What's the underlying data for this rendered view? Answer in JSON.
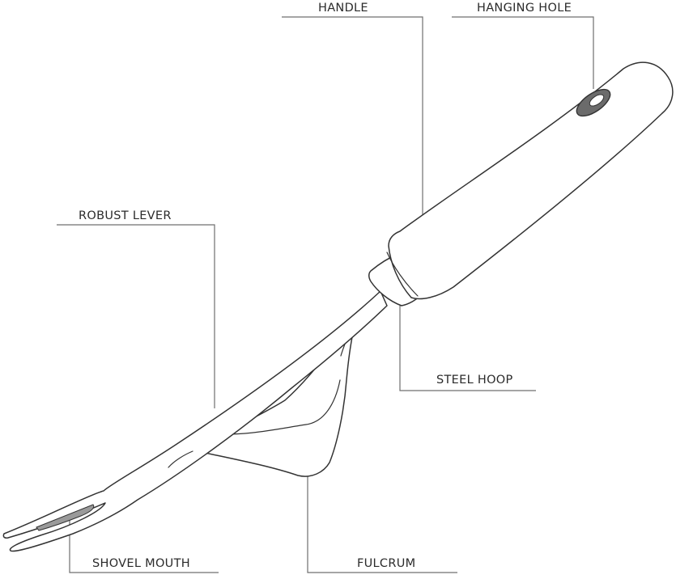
{
  "labels": {
    "handle": "HANDLE",
    "hanging_hole": "HANGING HOLE",
    "robust_lever": "ROBUST LEVER",
    "steel_hoop": "STEEL HOOP",
    "shovel_mouth": "SHOVEL MOUTH",
    "fulcrum": "FULCRUM"
  },
  "colors": {
    "line": "#333333",
    "leader": "#6f6f6f",
    "hole_fill": "#6b6b6b",
    "background": "#ffffff"
  }
}
